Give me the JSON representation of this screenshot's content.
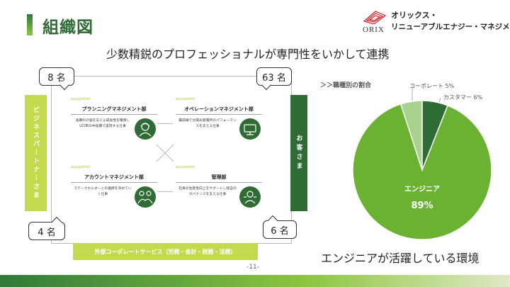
{
  "page": {
    "title": "組織図",
    "subtitle": "少数精鋭のプロフェッショナルが専門性をいかして連携",
    "caption": "エンジニアが活躍している環境",
    "page_number": "-11-"
  },
  "logo": {
    "word": "ORIX",
    "line1": "オリックス・",
    "line2": "リニューアブルエナジー・マネジメント"
  },
  "org": {
    "counts": {
      "top_left": "8 名",
      "top_right": "63 名",
      "bottom_left": "4 名",
      "bottom_right": "6 名"
    },
    "left_partner": "ビジネスパートナーさま",
    "right_customer": "お客さま",
    "bottom_services": "外部コーポレートサービス（労務・会計・税務・法務）",
    "departments": [
      {
        "tag": "occupation",
        "name": "プランニングマネジメント部",
        "desc": "長期の計画を支える成長性を確保しLCOEの中長期で実現する仕事",
        "icon": "engineer-icon"
      },
      {
        "tag": "occupation",
        "name": "オペレーションマネジメント部",
        "desc": "最前線で太陽光発電所のパフォーマンスを支える仕事",
        "icon": "technician-icon"
      },
      {
        "tag": "occupation",
        "name": "アカウントマネジメント部",
        "desc": "ステークホルダーとの連携を深めていく仕事",
        "icon": "handshake-icon"
      },
      {
        "tag": "occupation",
        "name": "管理部",
        "desc": "社員の生産性向上をサポートし経営のガバナンスを支える仕事",
        "icon": "support-icon"
      }
    ]
  },
  "chart_label": "＞＞職種別の割合",
  "chart_data": {
    "type": "pie",
    "title": "",
    "slices": [
      {
        "label": "エンジニア",
        "value": 89,
        "display": "89%",
        "color": "#6bb232"
      },
      {
        "label": "コーポレート",
        "value": 5,
        "display": "5%",
        "color": "#a9d18e"
      },
      {
        "label": "カスタマー",
        "value": 6,
        "display": "6%",
        "color": "#2f6b34"
      }
    ]
  }
}
